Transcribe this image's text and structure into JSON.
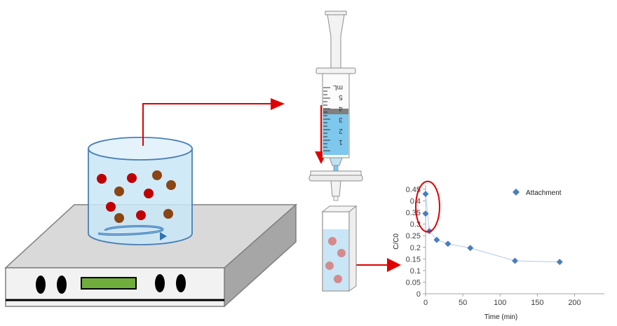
{
  "syringe": {
    "unit_label": "mL",
    "scale_numbers": [
      "5",
      "4",
      "3",
      "2",
      "1"
    ]
  },
  "colors": {
    "arrow": "#e00000",
    "liquid": "#7ec8ee",
    "beaker": "#c9e6f7",
    "beaker_outline": "#4a7fb5",
    "particle_red": "#c00000",
    "particle_brown": "#8b4513",
    "stirrer_display": "#6fae3d",
    "chart_marker": "#4a7cc0",
    "highlight": "#e00000"
  },
  "chart_data": {
    "type": "scatter",
    "series": [
      {
        "name": "Attachment",
        "x": [
          0,
          0,
          5,
          15,
          30,
          60,
          120,
          180
        ],
        "y": [
          0.43,
          0.345,
          0.27,
          0.232,
          0.215,
          0.197,
          0.142,
          0.137
        ]
      }
    ],
    "xlabel": "Time (min)",
    "ylabel": "C/C0",
    "xlim": [
      0,
      240
    ],
    "ylim": [
      0,
      0.45
    ],
    "x_ticks": [
      "0",
      "50",
      "100",
      "150",
      "200"
    ],
    "y_ticks": [
      "0",
      "0.05",
      "0.1",
      "0.15",
      "0.2",
      "0.25",
      "0.3",
      "0.35",
      "0.4",
      "0.45"
    ],
    "legend": "top-right",
    "grid": false,
    "annotation": "red ellipse highlighting the first two points"
  }
}
